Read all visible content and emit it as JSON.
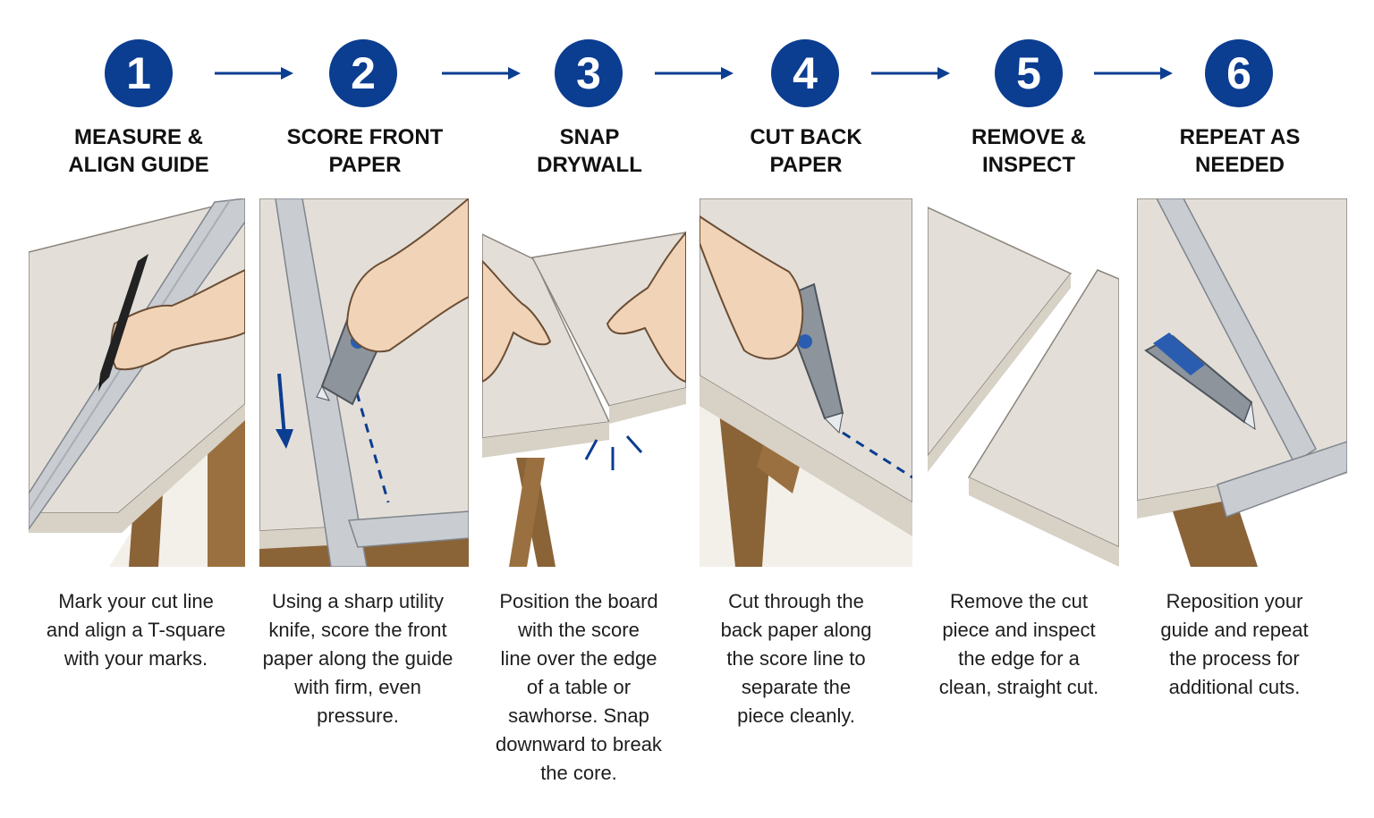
{
  "steps": [
    {
      "number": "1",
      "title": "MEASURE &\nALIGN GUIDE",
      "description": "Mark your cut line\nand align a T-square\nwith your marks."
    },
    {
      "number": "2",
      "title": "SCORE FRONT\nPAPER",
      "description": "Using a sharp utility\nknife, score the front\npaper along the guide\nwith firm, even\npressure."
    },
    {
      "number": "3",
      "title": "SNAP\nDRYWALL",
      "description": "Position the board\nwith the score\nline over the edge\nof a table or\nsawhorse. Snap\ndownward to break\nthe core."
    },
    {
      "number": "4",
      "title": "CUT BACK\nPAPER",
      "description": "Cut through the\nback paper along\nthe score line to\nseparate the\npiece cleanly."
    },
    {
      "number": "5",
      "title": "REMOVE &\nINSPECT",
      "description": "Remove the cut\npiece and inspect\nthe edge for a\nclean, straight cut."
    },
    {
      "number": "6",
      "title": "REPEAT AS\nNEEDED",
      "description": "Reposition your\nguide and repeat\nthe process for\nadditional cuts."
    }
  ],
  "colors": {
    "accent": "#0b3d91",
    "drywall": "#e3dfd8",
    "wood": "#8a6337",
    "metal": "#c9ccd0"
  }
}
